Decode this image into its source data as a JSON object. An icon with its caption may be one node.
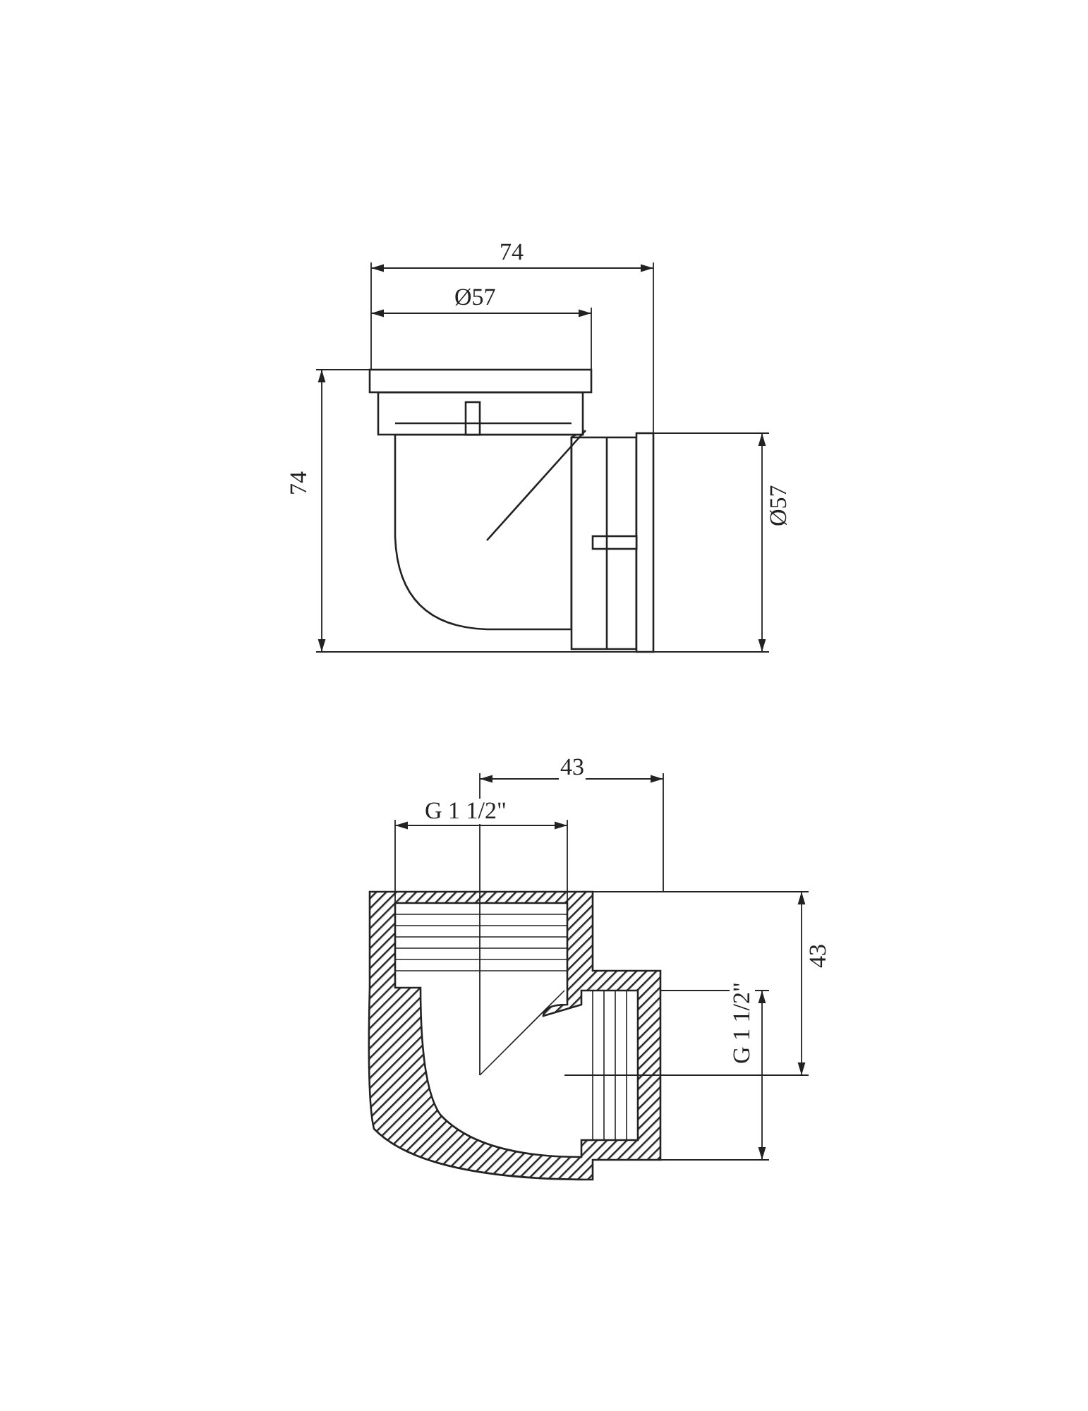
{
  "diagram": {
    "labels": [
      "74",
      "Ø57",
      "74",
      "Ø57",
      "43",
      "G 1 1/2\"",
      "43",
      "G 1 1/2\""
    ]
  }
}
